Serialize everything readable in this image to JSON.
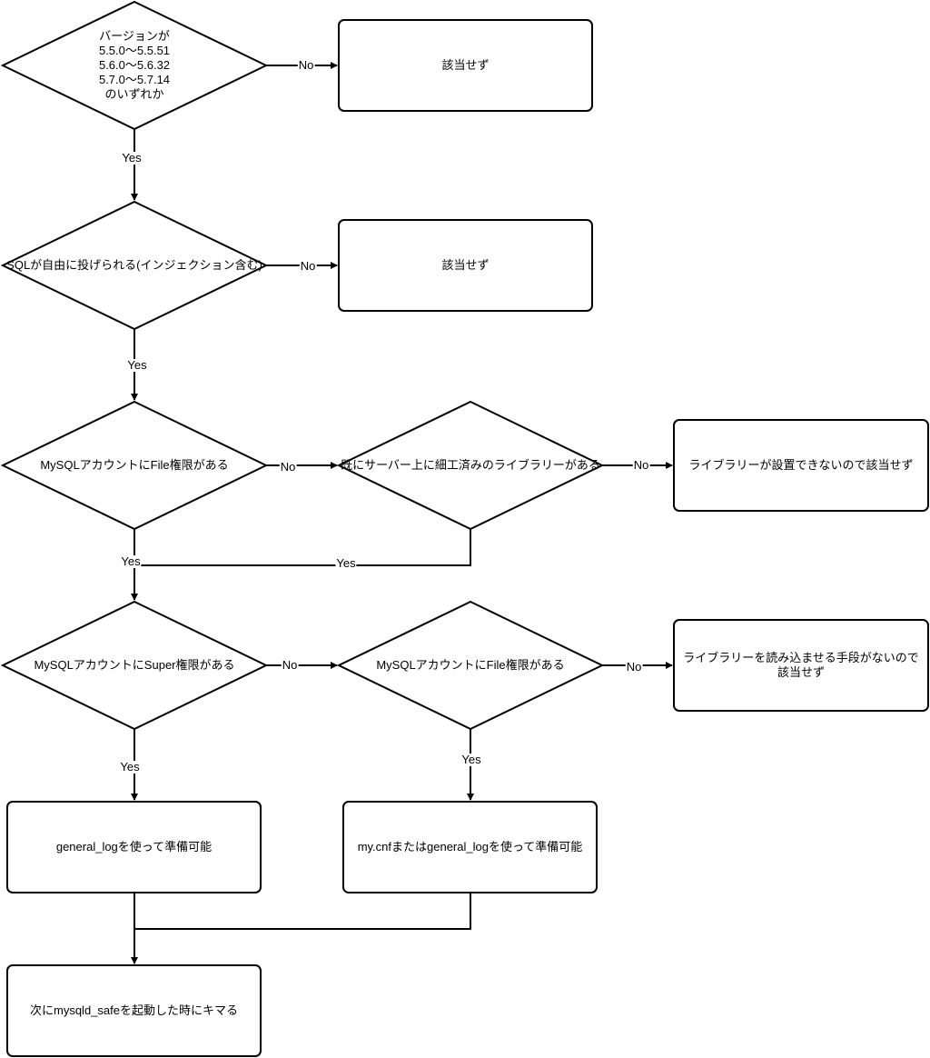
{
  "nodes": {
    "version_check": "バージョンが\n5.5.0～5.5.51\n5.6.0～5.6.32\n5.7.0～5.7.14\nのいずれか",
    "not_applicable_1": "該当せず",
    "sql_free": "SQLが自由に投げられる(インジェクション含む)",
    "not_applicable_2": "該当せず",
    "file_privilege_1": "MySQLアカウントにFile権限がある",
    "crafted_library": "既にサーバー上に細工済みのライブラリーがある",
    "no_library_placement": "ライブラリーが設置できないので該当せず",
    "super_privilege": "MySQLアカウントにSuper権限がある",
    "file_privilege_2": "MySQLアカウントにFile権限がある",
    "no_library_loading": "ライブラリーを読み込ませる手段がないので該当せず",
    "general_log_ready": "general_logを使って準備可能",
    "mycnf_ready": "my.cnfまたはgeneral_logを使って準備可能",
    "final_step": "次にmysqld_safeを起動した時にキマる"
  },
  "edge_labels": {
    "yes": "Yes",
    "no": "No"
  },
  "colors": {
    "stroke": "#000000",
    "fill": "#ffffff"
  }
}
